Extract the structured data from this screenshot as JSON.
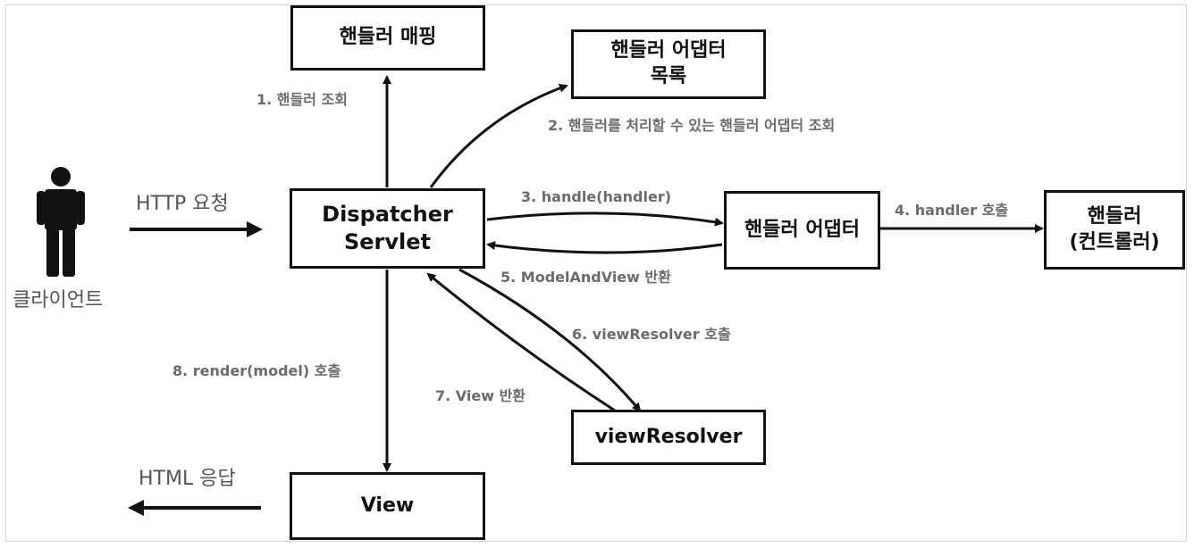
{
  "boxes": {
    "handler_mapping": "핸들러 매핑",
    "adapter_list_line1": "핸들러 어댑터",
    "adapter_list_line2": "목록",
    "dispatcher_line1": "Dispatcher",
    "dispatcher_line2": "Servlet",
    "handler_adapter": "핸들러 어댑터",
    "handler_line1": "핸들러",
    "handler_line2": "(컨트롤러)",
    "view_resolver": "viewResolver",
    "view": "View"
  },
  "client_label": "클라이언트",
  "http_request": "HTTP 요청",
  "html_response": "HTML 응답",
  "steps": {
    "s1": "1. 핸들러 조회",
    "s2": "2. 핸들러를 처리할 수 있는 핸들러 어댑터 조회",
    "s3": "3. handle(handler)",
    "s4": "4. handler 호출",
    "s5": "5. ModelAndView 반환",
    "s6": "6. viewResolver 호출",
    "s7": "7. View 반환",
    "s8": "8. render(model) 호출"
  },
  "colors": {
    "stroke": "#111111",
    "label": "#6b6b6b",
    "box_border": "#111111"
  }
}
